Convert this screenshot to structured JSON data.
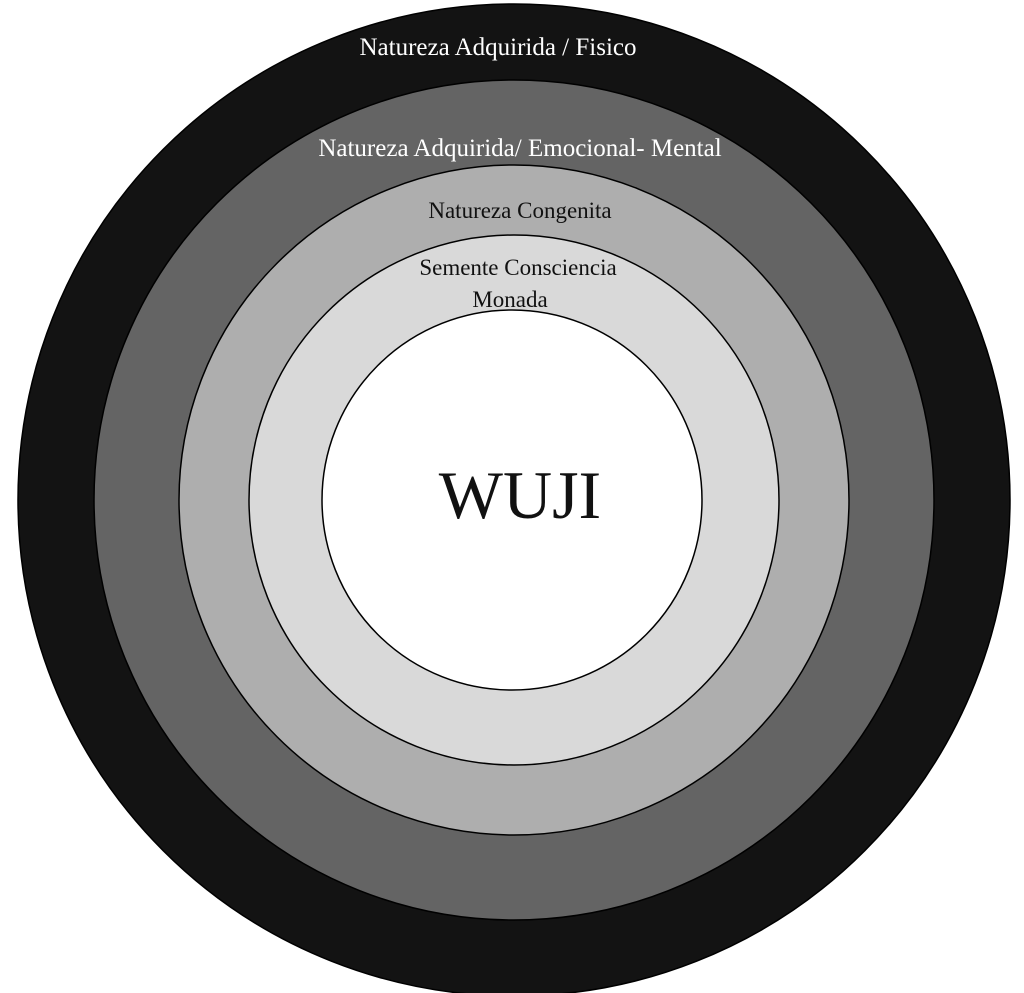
{
  "diagram": {
    "layers": [
      {
        "label": "Natureza Adquirida / Fisico",
        "fill": "#131313",
        "text_color": "#ffffff"
      },
      {
        "label": "Natureza Adquirida/ Emocional- Mental",
        "fill": "#646464",
        "text_color": "#ffffff"
      },
      {
        "label": "Natureza Congenita",
        "fill": "#aeaeae",
        "text_color": "#111111"
      },
      {
        "label_line1": "Semente Consciencia",
        "label_line2": "Monada",
        "fill": "#d9d9d9",
        "text_color": "#111111"
      },
      {
        "label": "WUJI",
        "fill": "#ffffff",
        "text_color": "#111111"
      }
    ],
    "stroke": "#000000"
  }
}
